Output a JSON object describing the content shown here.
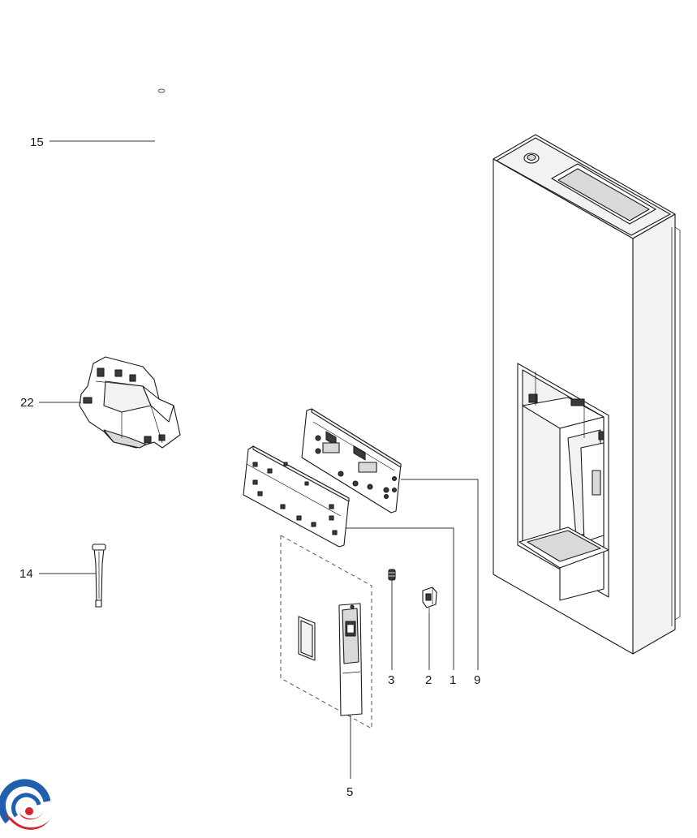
{
  "callouts": {
    "c15": "15",
    "c22": "22",
    "c14": "14",
    "c9": "9",
    "c1": "1",
    "c3": "3",
    "c2": "2",
    "c5": "5"
  },
  "parts": [
    {
      "id": "15",
      "name": "tube"
    },
    {
      "id": "22",
      "name": "dispenser-ice-chute-assembly"
    },
    {
      "id": "14",
      "name": "dispenser-lever-rod"
    },
    {
      "id": "9",
      "name": "control-pcb"
    },
    {
      "id": "1",
      "name": "display-pcb-cover"
    },
    {
      "id": "3",
      "name": "spring"
    },
    {
      "id": "2",
      "name": "switch"
    },
    {
      "id": "5",
      "name": "control-panel-assembly"
    },
    {
      "id": "door",
      "name": "refrigerator-door-with-dispenser"
    }
  ],
  "logo": {
    "name": "brand-logo",
    "colors": [
      "#1f5fae",
      "#d7262b"
    ]
  }
}
